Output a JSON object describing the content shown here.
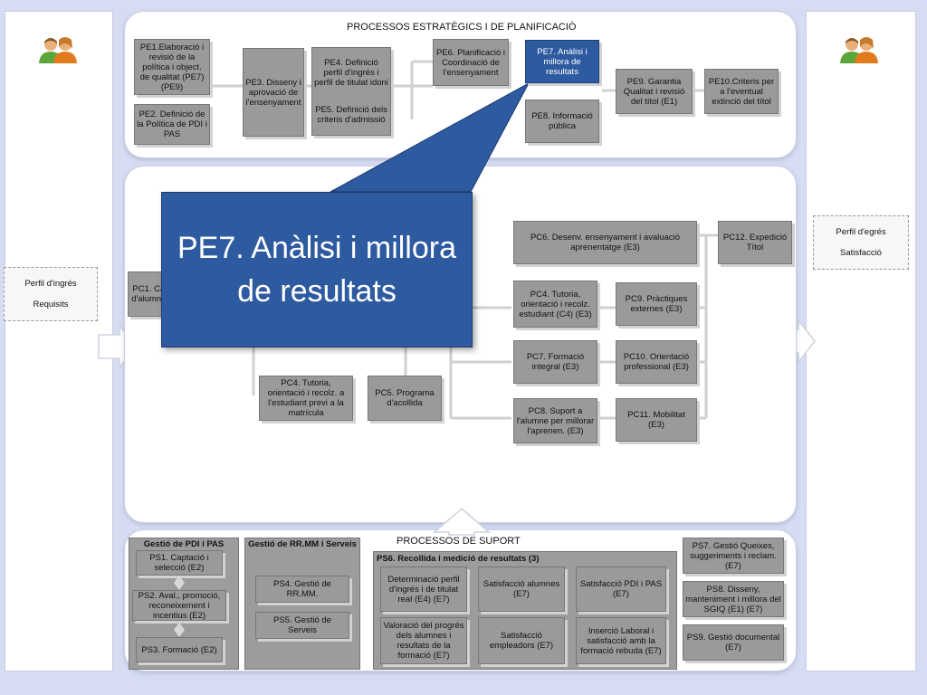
{
  "diagram": {
    "strategic_title": "PROCESSOS ESTRATÈGICS I DE PLANIFICACIÓ",
    "support_title": "PROCESSOS DE SUPORT",
    "callout": "PE7. Anàlisi i millora de resultats",
    "strategic": {
      "pe1": "PE1.Elaboració i revisió de la política i object. de qualitat (PE7)(PE9)",
      "pe2": "PE2. Definició de la Política de PDI i PAS",
      "pe3": "PE3. Disseny i aprovació de l'ensenyament",
      "pe4": "PE4. Definició perfil d'ingrés i perfil de titulat idoni",
      "pe5": "PE5. Definició dels criteris d'admissió",
      "pe6": "PE6. Planificació i Coordinació de l'ensenyament",
      "pe7": "PE7. Anàlisi i millora de resultats",
      "pe8": "PE8. Informació pública",
      "pe9": "PE9. Garantia Qualitat i revisió del títol (E1)",
      "pe10": "PE10.Criteris per a l'eventual extinció del títol"
    },
    "key": {
      "pc1": "PC1. Captació d'alumnes (E3)",
      "pc4a": "PC4. Tutoria, orientació i recolz. a l'estudiant previ a la matrícula",
      "pc5": "PC5. Programa d'acollida",
      "pc6": "PC6. Desenv. ensenyament i avaluació aprenentatge (E3)",
      "pc4b": "PC4. Tutoria, orientació i recolz. estudiant (C4) (E3)",
      "pc7": "PC7. Formació integral (E3)",
      "pc8": "PC8. Suport a l'alumne per millorar l'aprenen. (E3)",
      "pc9": "PC9. Pràctiques externes (E3)",
      "pc10": "PC10. Orientació professional (E3)",
      "pc11": "PC11. Mobilitat (E3)",
      "pc12": "PC12. Expedició Títol"
    },
    "inputs": {
      "left_line1": "Perfil d'ingrés",
      "left_line2": "Requisits",
      "right_line1": "Perfil d'egrés",
      "right_line2": "Satisfacció"
    },
    "support": {
      "pdi_title": "Gestió de PDI i PAS",
      "ps1": "PS1. Captació i selecció (E2)",
      "ps2": "PS2. Aval., promoció, reconeixement i incentius (E2)",
      "ps3": "PS3. Formació (E2)",
      "rrmm_title": "Gestió de RR.MM i Serveis",
      "ps4": "PS4. Gestió de RR.MM.",
      "ps5": "PS5. Gestió de Serveis",
      "ps6_title": "PS6. Recollida i medició de resultats (3)",
      "ps6a": "Determinació perfil d'ingrés i de titulat real (E4) (E7)",
      "ps6b": "Satisfacció alumnes (E7)",
      "ps6c": "Satisfacció PDI i PAS (E7)",
      "ps6d": "Valoració del progrés dels alumnes i resultats de la formació (E7)",
      "ps6e": "Satisfacció empleadors (E7)",
      "ps6f": "Inserció Laboral i satisfacció amb la formació rebuda (E7)",
      "ps7": "PS7. Gestió Queixes, suggeriments i reclam. (E7)",
      "ps8": "PS8. Disseny, manteniment i millora del SGIQ (E1) (E7)",
      "ps9": "PS9. Gestió documental (E7)"
    },
    "colors": {
      "box_grey": "#9a9a9a",
      "highlight_blue": "#2e5aa0",
      "background": "#d6ddf2"
    }
  }
}
